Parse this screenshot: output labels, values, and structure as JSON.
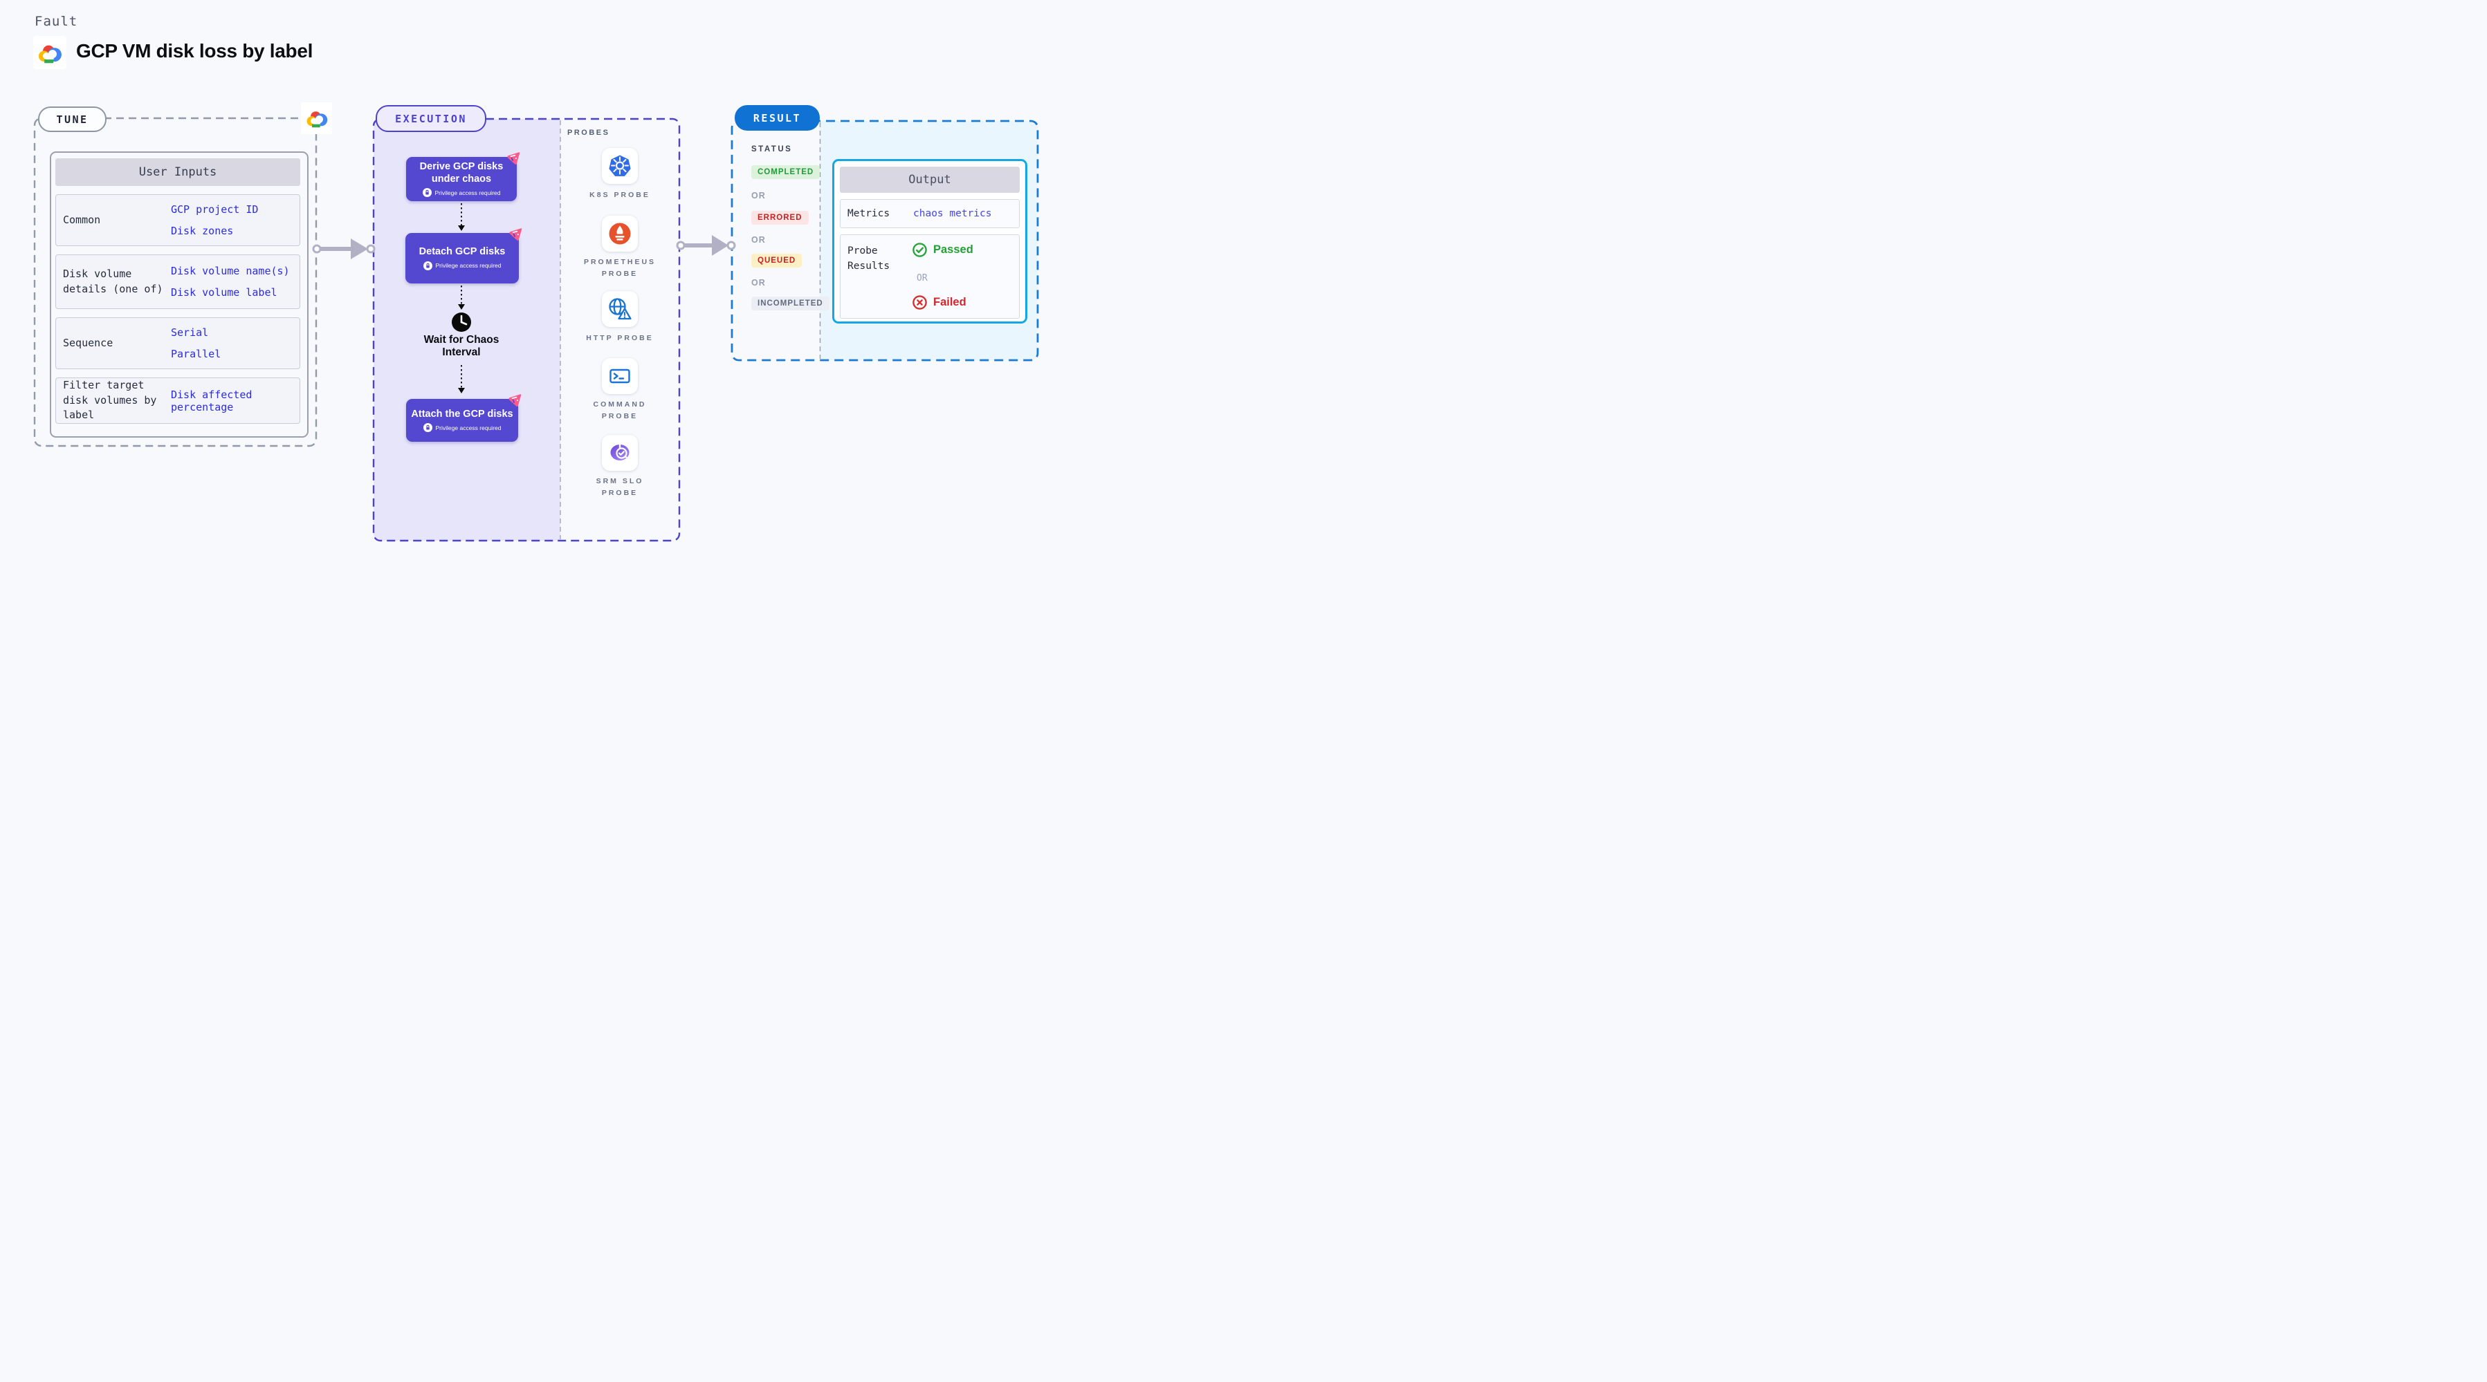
{
  "page": {
    "kind_label": "Fault",
    "title": "GCP VM disk loss by label"
  },
  "tune": {
    "badge": "TUNE",
    "table": {
      "header": "User Inputs",
      "rows": [
        {
          "label": "Common",
          "values": [
            "GCP project ID",
            "Disk zones"
          ]
        },
        {
          "label": "Disk volume details (one of)",
          "values": [
            "Disk volume name(s)",
            "Disk volume label"
          ]
        },
        {
          "label": "Sequence",
          "values": [
            "Serial",
            "Parallel"
          ]
        },
        {
          "label": "Filter target disk volumes by label",
          "values": [
            "Disk affected percentage"
          ]
        }
      ]
    }
  },
  "execution": {
    "badge": "EXECUTION",
    "steps": [
      {
        "label": "Derive GCP disks under chaos",
        "note": "Privilege access required"
      },
      {
        "label": "Detach GCP disks",
        "note": "Privilege access required"
      },
      {
        "label": "Wait for Chaos Interval"
      },
      {
        "label": "Attach the GCP disks",
        "note": "Privilege access required"
      }
    ]
  },
  "probes": {
    "heading": "PROBES",
    "items": [
      {
        "icon": "kubernetes-icon",
        "label": "K8S PROBE"
      },
      {
        "icon": "prometheus-icon",
        "label": "PROMETHEUS PROBE"
      },
      {
        "icon": "http-icon",
        "label": "HTTP PROBE"
      },
      {
        "icon": "command-icon",
        "label": "COMMAND PROBE"
      },
      {
        "icon": "srm-slo-icon",
        "label": "SRM SLO PROBE"
      }
    ]
  },
  "result": {
    "badge": "RESULT",
    "status": {
      "heading": "STATUS",
      "separator": "OR",
      "options": [
        "COMPLETED",
        "ERRORED",
        "QUEUED",
        "INCOMPLETED"
      ]
    },
    "output": {
      "header": "Output",
      "metrics_label": "Metrics",
      "metrics_value": "chaos metrics",
      "probe_results_label": "Probe Results",
      "passed": "Passed",
      "separator": "OR",
      "failed": "Failed"
    }
  },
  "colors": {
    "page_bg": "#f8f9fd",
    "node_purple": "#5447d0",
    "execution_fill": "#e6e5fa",
    "execution_border": "#4d43cb",
    "result_fill": "#e9f6fd",
    "result_border": "#1b7ad2",
    "result_badge_bg": "#1072d2",
    "output_border": "#15a7e5",
    "tune_border": "#929aa9",
    "arrow_gray": "#b2b0c4",
    "link_blue": "#2b2be2",
    "completed_green": "#219a3c",
    "errored_red": "#c42222",
    "queued_amber_bg": "#fcf0c4",
    "passed_green": "#22a035",
    "failed_red": "#d2262b",
    "pink_mark": "#fb5a8d"
  }
}
